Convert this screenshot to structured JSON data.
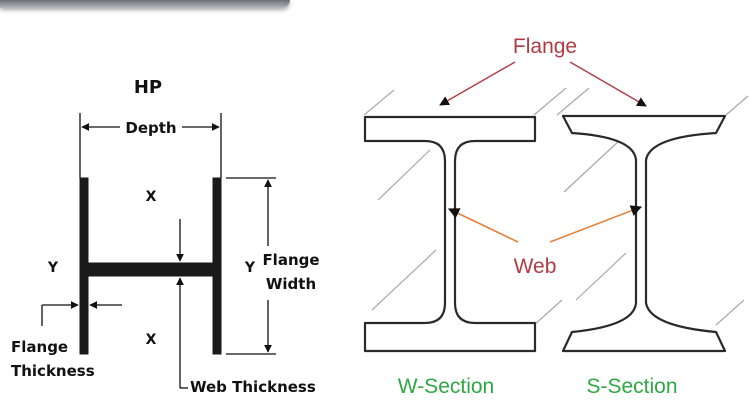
{
  "left_diagram": {
    "title": "HP",
    "depth_label": "Depth",
    "x_axis_top": "X",
    "x_axis_bottom": "X",
    "y_axis_left": "Y",
    "y_axis_right": "Y",
    "flange_width_line1": "Flange",
    "flange_width_line2": "Width",
    "flange_thickness_line1": "Flange",
    "flange_thickness_line2": "Thickness",
    "web_thickness": "Web Thickness"
  },
  "right_diagram": {
    "flange_label": "Flange",
    "web_label": "Web",
    "w_section_label": "W-Section",
    "s_section_label": "S-Section"
  },
  "colors": {
    "annotation_red": "#b13a43",
    "arrow_orange": "#e8823a",
    "section_green": "#2ea843"
  }
}
